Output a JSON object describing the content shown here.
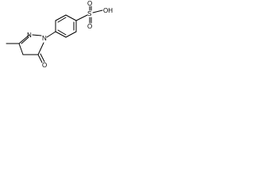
{
  "labels": {
    "n1": "N",
    "n2": "N",
    "sulfur": "S",
    "oh": "OH",
    "o_top": "O",
    "o_bottom": "O",
    "o_carbonyl": "O"
  },
  "colors": {
    "ink": "#000000",
    "background": "#ffffff"
  }
}
